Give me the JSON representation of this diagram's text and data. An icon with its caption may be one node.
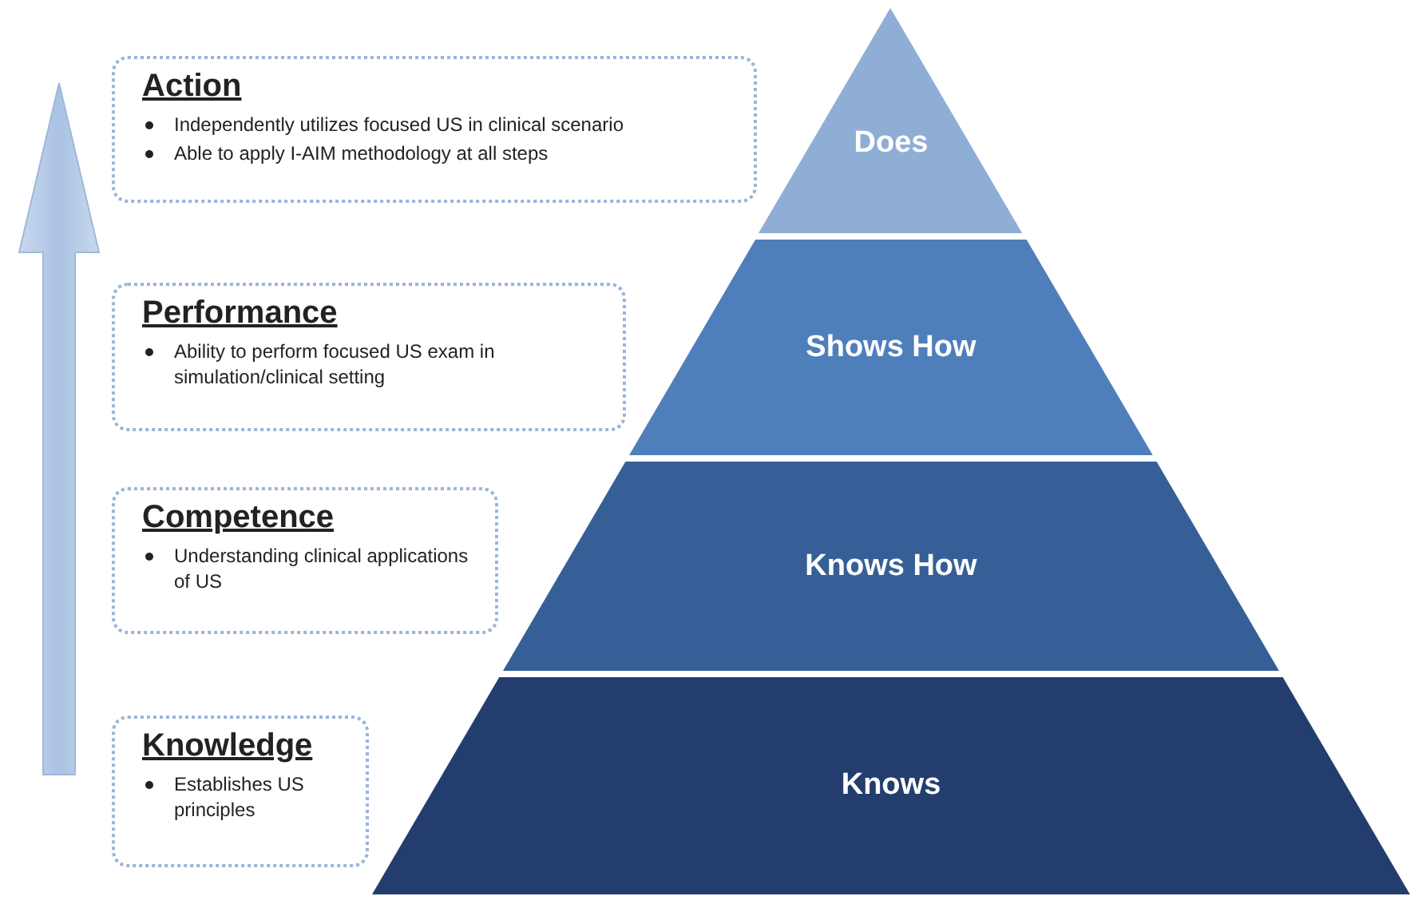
{
  "diagram": {
    "nodes": [
      {
        "text": [
          "Action",
          "Independently utilizes focused US in clinical scenario",
          "Able to apply I-AIM methodology at all steps"
        ]
      },
      {
        "text": [
          "Performance",
          "Ability to perform focused US exam in simulation/clinical setting"
        ]
      },
      {
        "text": [
          "Competence",
          "Understanding clinical applications of US"
        ]
      },
      {
        "text": [
          "Knowledge",
          "Establishes US principles"
        ]
      },
      {
        "text": [
          "Does"
        ]
      },
      {
        "text": [
          "Shows How"
        ]
      },
      {
        "text": [
          "Knows How"
        ]
      },
      {
        "text": [
          "Knows"
        ]
      }
    ],
    "edges": []
  }
}
